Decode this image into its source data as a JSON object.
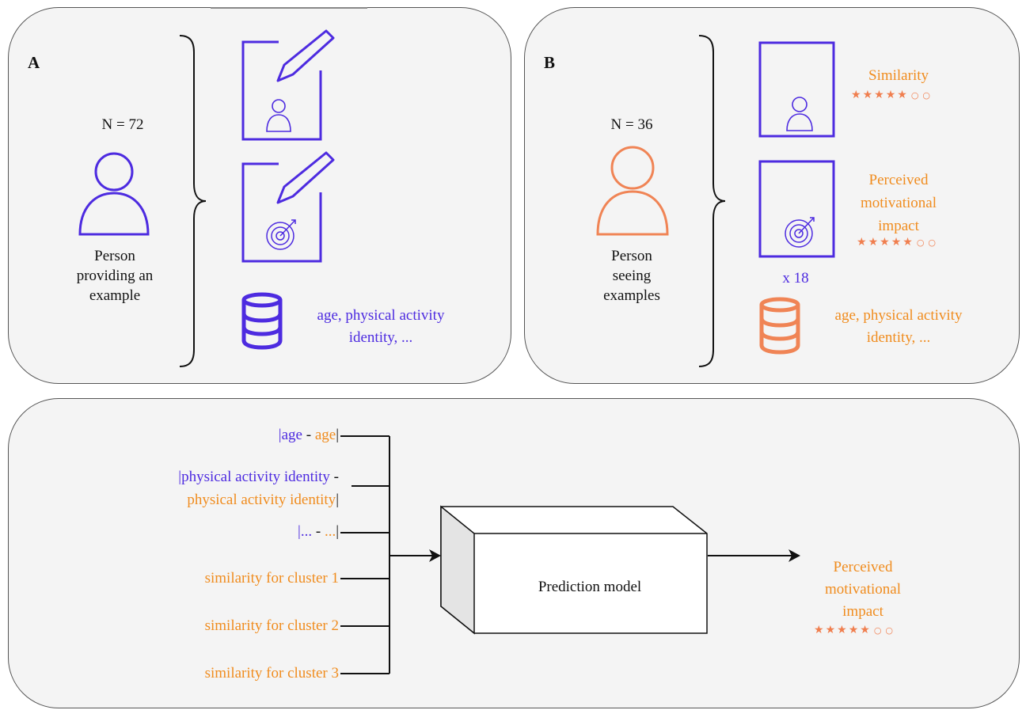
{
  "colors": {
    "providerBlue": "#4d2be0",
    "viewerOrange": "#f08c1e",
    "iconOrange": "#f08455",
    "star": "#f07e4e",
    "panelBg": "#f4f4f4",
    "border": "#555555"
  },
  "panelA": {
    "label": "A",
    "n": "N = 72",
    "personLines": [
      "Person",
      "providing an",
      "example"
    ],
    "icons": [
      "person-frame-pencil-icon",
      "target-frame-pencil-icon",
      "database-icon"
    ],
    "dbTextLines": [
      "age, physical activity",
      "identity, ..."
    ]
  },
  "panelB": {
    "label": "B",
    "n": "N = 36",
    "personLines": [
      "Person",
      "seeing",
      "examples"
    ],
    "similarity": "Similarity",
    "perceivedLines": [
      "Perceived",
      "motivational",
      "impact"
    ],
    "rating": {
      "filled": 5,
      "empty": 2
    },
    "repeat": "x 18",
    "dbTextLines": [
      "age, physical activity",
      "identity, ..."
    ]
  },
  "panelC": {
    "f1": {
      "open": "|",
      "a": "age",
      "sep": " - ",
      "b": "age",
      "close": "|"
    },
    "f2": {
      "open": "|",
      "a": "physical activity identity",
      "sep": " -",
      "b": "physical activity identity",
      "close": "|"
    },
    "f3": {
      "open": "|",
      "a": "...",
      "sep": " - ",
      "b": "...",
      "close": "|"
    },
    "clusters": [
      "similarity for cluster 1",
      "similarity for cluster 2",
      "similarity for cluster 3"
    ],
    "model": "Prediction model",
    "outputLines": [
      "Perceived",
      "motivational",
      "impact"
    ],
    "rating": {
      "filled": 5,
      "empty": 2
    }
  }
}
